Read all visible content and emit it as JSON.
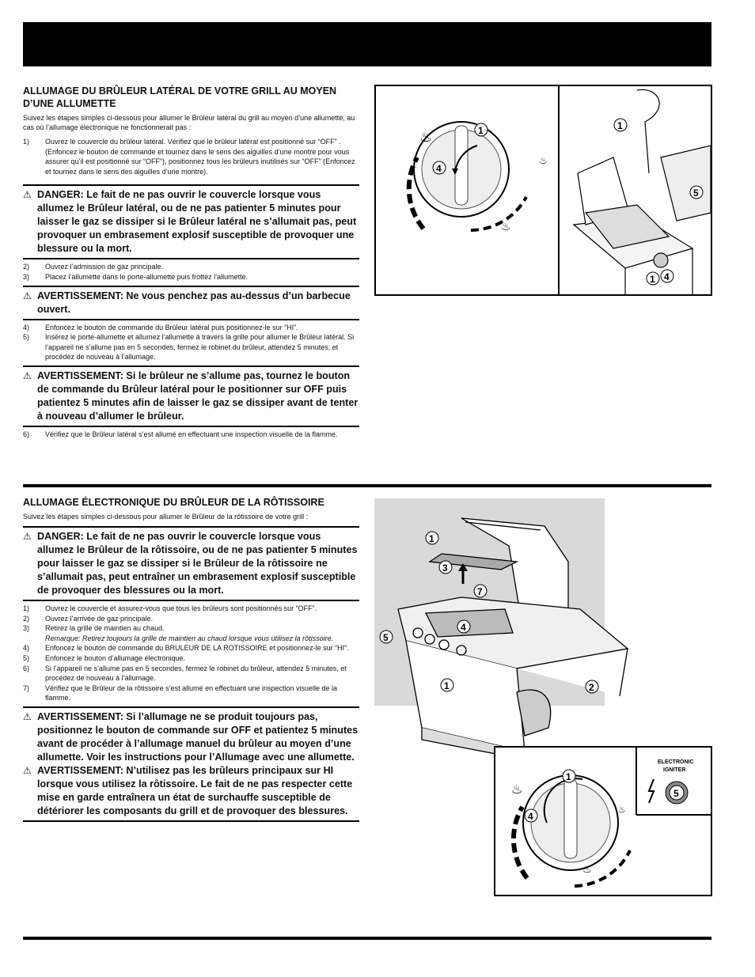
{
  "section1": {
    "title": "ALLUMAGE DU BRÛLEUR LATÉRAL DE VOTRE GRILL AU MOYEN D’UNE ALLUMETTE",
    "intro": "Suivez les étapes simples ci-dessous pour allumer le Brûleur latéral du grill au moyen d’une allumette, au cas où l’allumage électronique ne fonctionnerait pas :",
    "step1": {
      "num": "1)",
      "text": "Ouvrez le couvercle du brûleur latéral. Vérifiez que le brûleur latéral est positionné sur “OFF” . (Enfoncez le bouton de commande et tournez dans le sens des aiguilles d’une montre pour vous assurer qu’il est positionné sur “OFF”), positionnez tous les brûleurs inutilisés sur “OFF” (Enfoncez et tournez dans le sens des aiguilles d’une montre)."
    },
    "danger": "DANGER: Le fait de ne pas ouvrir le couvercle lorsque vous allumez le Brûleur latéral, ou de ne pas patienter 5 minutes pour laisser le gaz se dissiper si le Brûleur latéral ne s’allumait pas, peut provoquer un embrasement explosif susceptible de provoquer une blessure ou la mort.",
    "step2": {
      "num": "2)",
      "text": "Ouvrez l’admission de gaz principale."
    },
    "step3": {
      "num": "3)",
      "text": "Placez l’allumette dans le porte-allumette puis frottez l’allumette."
    },
    "warning1": "AVERTISSEMENT: Ne vous penchez pas au-dessus d’un barbecue ouvert.",
    "step4": {
      "num": "4)",
      "text": "Enfoncez le bouton de commande du Brûleur latéral puis positionnez-le sur “HI”."
    },
    "step5": {
      "num": "5)",
      "text": "Insérez le porte-allumette et allumez l’allumette à travers la grille pour allumer le Brûleur latéral. Si l’appareil ne s’allume pas en 5 secondes, fermez le robinet du brûleur, attendez 5 minutes, et procédez de nouveau à l’allumage."
    },
    "warning2": "AVERTISSEMENT: Si le brûleur ne s’allume pas, tournez le bouton de commande du Brûleur latéral pour le positionner sur OFF puis patientez 5 minutes afin de laisser le gaz se dissiper avant de tenter à nouveau d’allumer le brûleur.",
    "step6": {
      "num": "6)",
      "text": "Vérifiez que le Brûleur latéral s’est allumé en effectuant une inspection visuelle de la flamme."
    }
  },
  "section2": {
    "title": "ALLUMAGE ÉLECTRONIQUE DU BRÛLEUR DE LA RÔTISSOIRE",
    "intro": "Suivez les étapes simples ci-dessous pour allumer le Brûleur de la rôtissoire de votre grill :",
    "danger": "DANGER: Le fait de ne pas ouvrir le couvercle lorsque vous allumez le Brûleur de la rôtissoire, ou de ne pas patienter 5 minutes pour laisser le gaz se dissiper si le Brûleur de la rôtissoire ne s’allumait pas, peut entraîner un embrasement explosif susceptible de provoquer des blessures ou la mort.",
    "step1": {
      "num": "1)",
      "text": "Ouvrez le couvercle et assurez-vous que tous les brûleurs sont positionnés sur “OFF”."
    },
    "step2": {
      "num": "2)",
      "text": "Ouvrez l’arrivée de gaz principale."
    },
    "step3": {
      "num": "3)",
      "text": "Retirez la grille de maintien au chaud.",
      "note": "Remarque: Retirez toujours la grille de maintien au chaud lorsque vous utilisez la rôtissoire."
    },
    "step4": {
      "num": "4)",
      "text": "Enfoncez le bouton de commande du BRULEUR DE LA ROTISSOIRE et positionnez-le sur “HI”."
    },
    "step5": {
      "num": "5)",
      "text": "Enfoncez le bouton d’allumage électronique."
    },
    "step6": {
      "num": "6)",
      "text": "Si l’appareil ne s’allume pas en 5 secondes, fermez le robinet du brûleur, attendez 5 minutes, et procédez de nouveau à l’allumage."
    },
    "step7": {
      "num": "7)",
      "text": "Vérifiez que le Brûleur de la rôtissoire s’est allumé en effectuant une inspection visuelle de la flamme."
    },
    "warning1": "AVERTISSEMENT: Si l’allumage ne se produit toujours pas, positionnez le bouton de commande sur OFF et patientez 5 minutes avant de procéder à l’allumage manuel du brûleur au moyen d’une allumette. Voir les instructions pour l’Allumage avec une allumette.",
    "warning2": "AVERTISSEMENT: N’utilisez pas les brûleurs principaux sur HI lorsque vous utilisez la rôtissoire. Le fait de ne pas respecter cette mise en garde entraînera un état de surchauffe susceptible de détériorer les composants du grill et de provoquer des blessures."
  },
  "warning_icon": "warning-triangle-icon",
  "figures": {
    "knob_callouts": [
      "1",
      "4"
    ],
    "side_burner_callouts": [
      "1",
      "5",
      "1",
      "4"
    ],
    "grill_callouts": [
      "1",
      "3",
      "7",
      "4",
      "5",
      "1",
      "2"
    ],
    "igniter_label_line1": "ELECTRONIC",
    "igniter_label_line2": "IGNITER",
    "igniter_callout": "5"
  }
}
